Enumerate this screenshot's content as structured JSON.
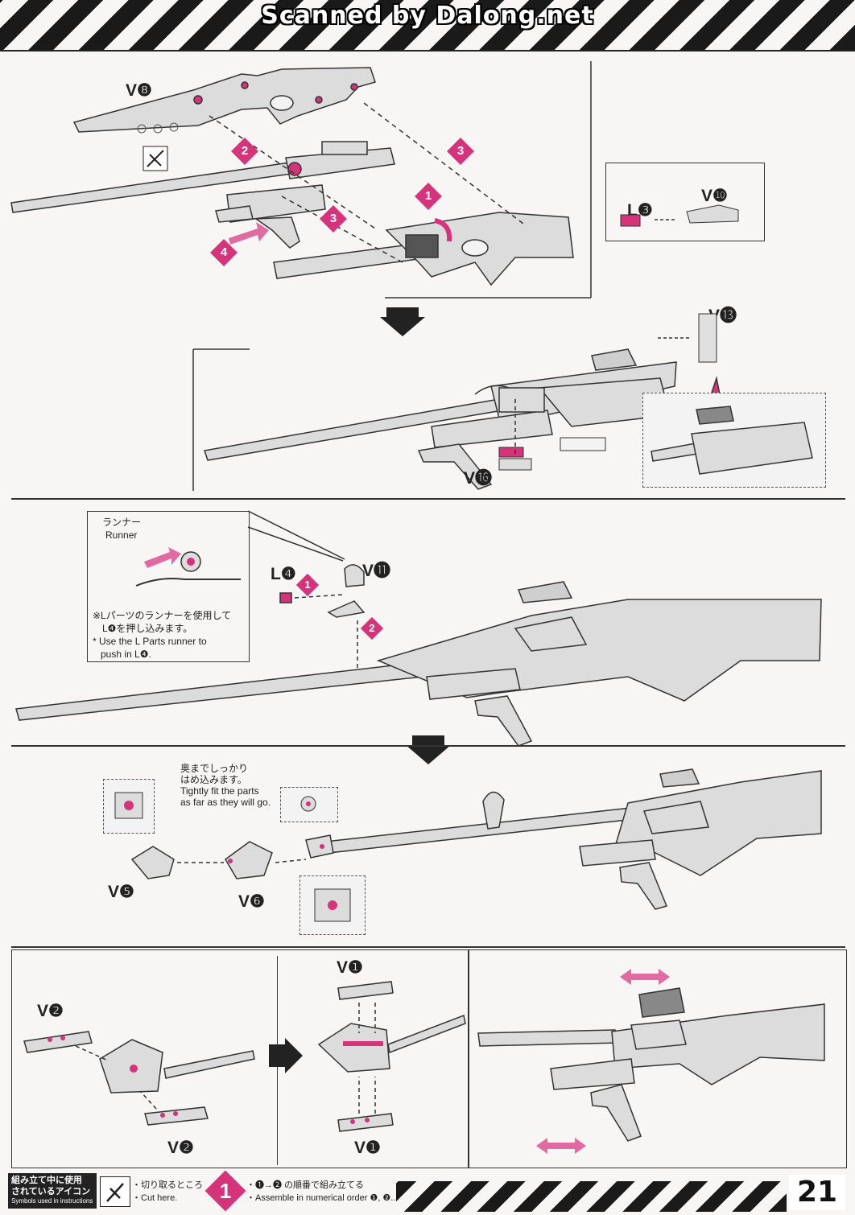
{
  "header": {
    "watermark": "Scanned by Dalong.net"
  },
  "colors": {
    "accent_pink": "#d6347a",
    "part_gray": "#d9d9d9",
    "line": "#333333",
    "dark_part": "#555555"
  },
  "section1": {
    "part_v8": "V❽",
    "part_l3": "L❸",
    "part_v10": "V❿",
    "part_v13": "V⓭",
    "part_v16": "V⓰",
    "step1": "1",
    "step2": "2",
    "step3a": "3",
    "step3b": "3",
    "step4": "4"
  },
  "section2": {
    "runner_jp": "ランナー",
    "runner_en": "Runner",
    "note_jp_1": "※Lパーツのランナーを使用して",
    "note_jp_2": "L❹を押し込みます。",
    "note_en_1": "* Use the L Parts runner to",
    "note_en_2": "push in L❹.",
    "part_l4": "L❹",
    "part_v11": "V⓫",
    "step1": "1",
    "step2": "2"
  },
  "section3": {
    "fit_jp_1": "奥までしっかり",
    "fit_jp_2": "はめ込みます。",
    "fit_en_1": "Tightly fit the parts",
    "fit_en_2": "as far as they will go.",
    "part_v5": "V❺",
    "part_v6": "V❻"
  },
  "section4": {
    "part_v2_top": "V❷",
    "part_v2_bottom": "V❷",
    "part_v1_top": "V❶",
    "part_v1_bottom": "V❶"
  },
  "footer": {
    "icons_jp_1": "組み立て中に使用",
    "icons_jp_2": "されているアイコン",
    "icons_en": "Symbols used in instructions",
    "cut_jp": "・切り取るところ",
    "cut_en": "・Cut here.",
    "step_number": "1",
    "order_jp": "・❶→❷ の順番で組み立てる",
    "order_en": "・Assemble in numerical order ❶, ❷...",
    "page_number": "21"
  }
}
